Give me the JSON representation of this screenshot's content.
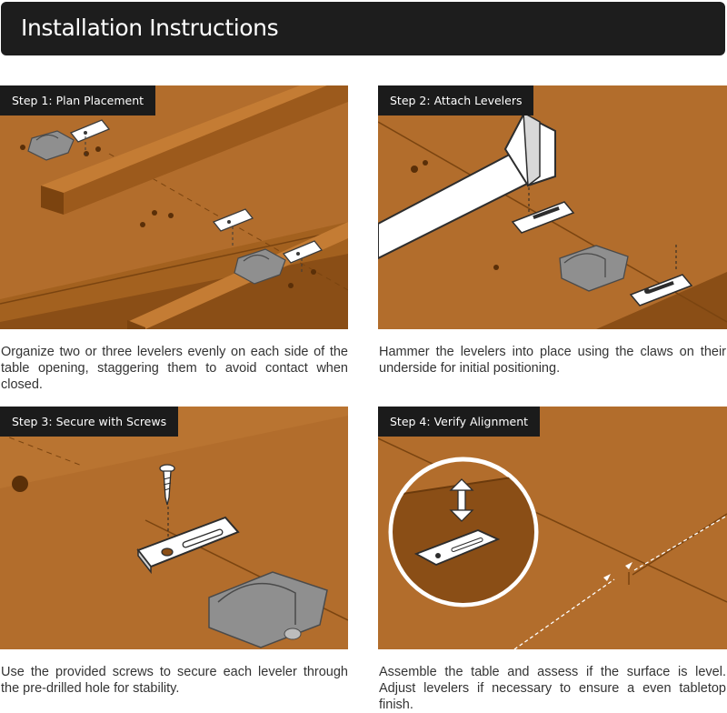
{
  "header": {
    "title": "Installation Instructions"
  },
  "steps": [
    {
      "label": "Step 1: Plan Placement",
      "text": "Organize two or three levelers evenly on each side of the table opening, staggering them to avoid contact when closed."
    },
    {
      "label": "Step 2: Attach Levelers",
      "text": "Hammer the levelers into place using the claws on their underside for initial positioning."
    },
    {
      "label": "Step 3: Secure with Screws",
      "text": "Use the provided screws to secure each leveler through the pre-drilled hole for stability."
    },
    {
      "label": "Step 4: Verify Alignment",
      "text": "Assemble the table and assess if the surface is level. Adjust levelers if necessary to ensure a even tabletop finish."
    }
  ],
  "colors": {
    "wood": "#b26d2c",
    "wood_dark": "#8a4e16",
    "metal": "#8f8f8f",
    "header_bg": "#1d1d1d"
  },
  "icons": [
    "hammer-icon",
    "screw-icon",
    "double-arrow-icon",
    "leveler-plate-icon",
    "table-lock-icon"
  ]
}
